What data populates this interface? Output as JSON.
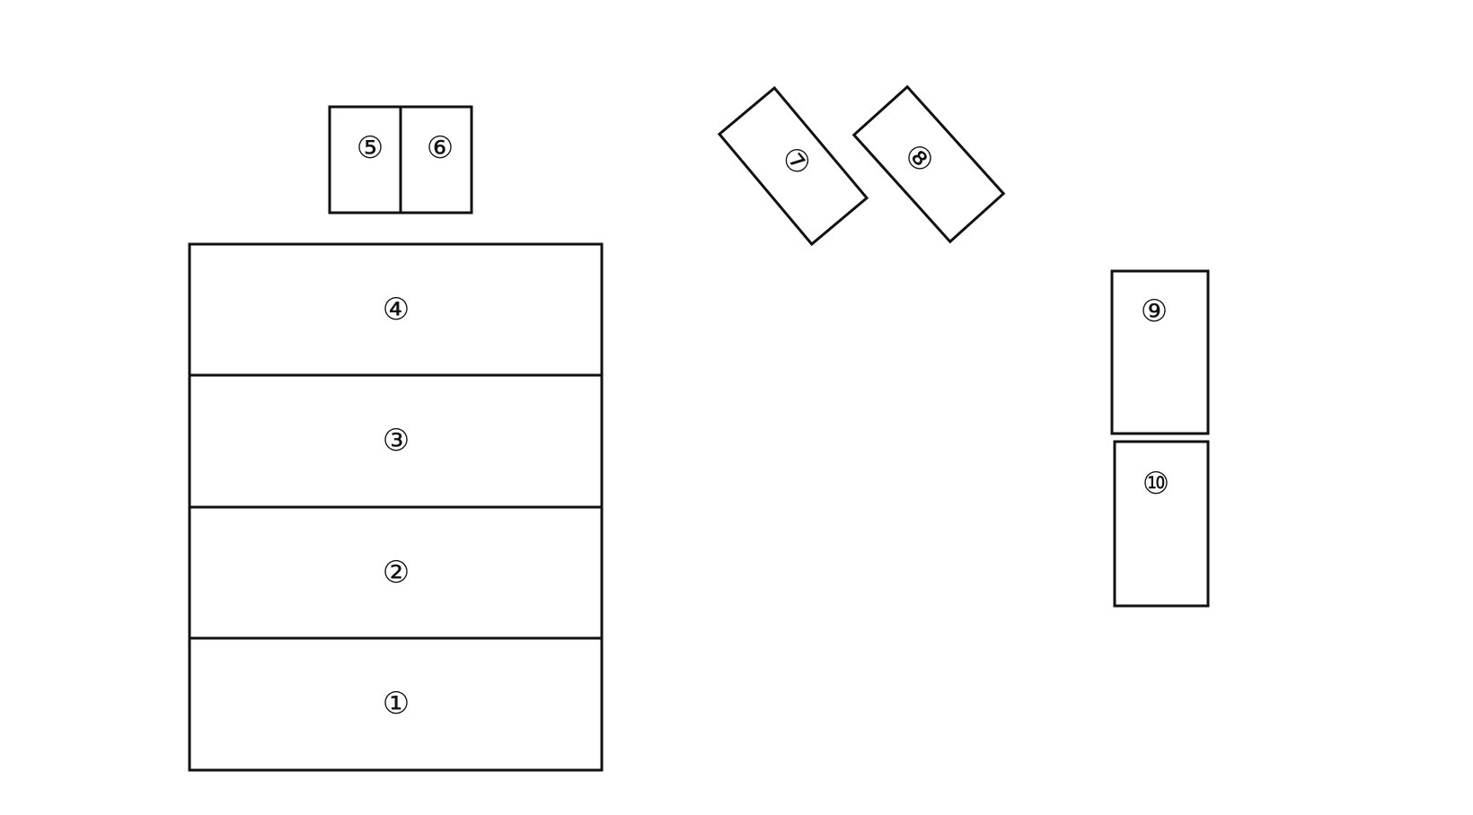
{
  "diagram": {
    "labels": {
      "b1": "①",
      "b2": "②",
      "b3": "③",
      "b4": "④",
      "b5": "⑤",
      "b6": "⑥",
      "b7": "⑦",
      "b8": "⑧",
      "b9": "⑨",
      "b10": "⑩"
    },
    "colors": {
      "stroke": "#111111",
      "background": "#ffffff"
    }
  }
}
